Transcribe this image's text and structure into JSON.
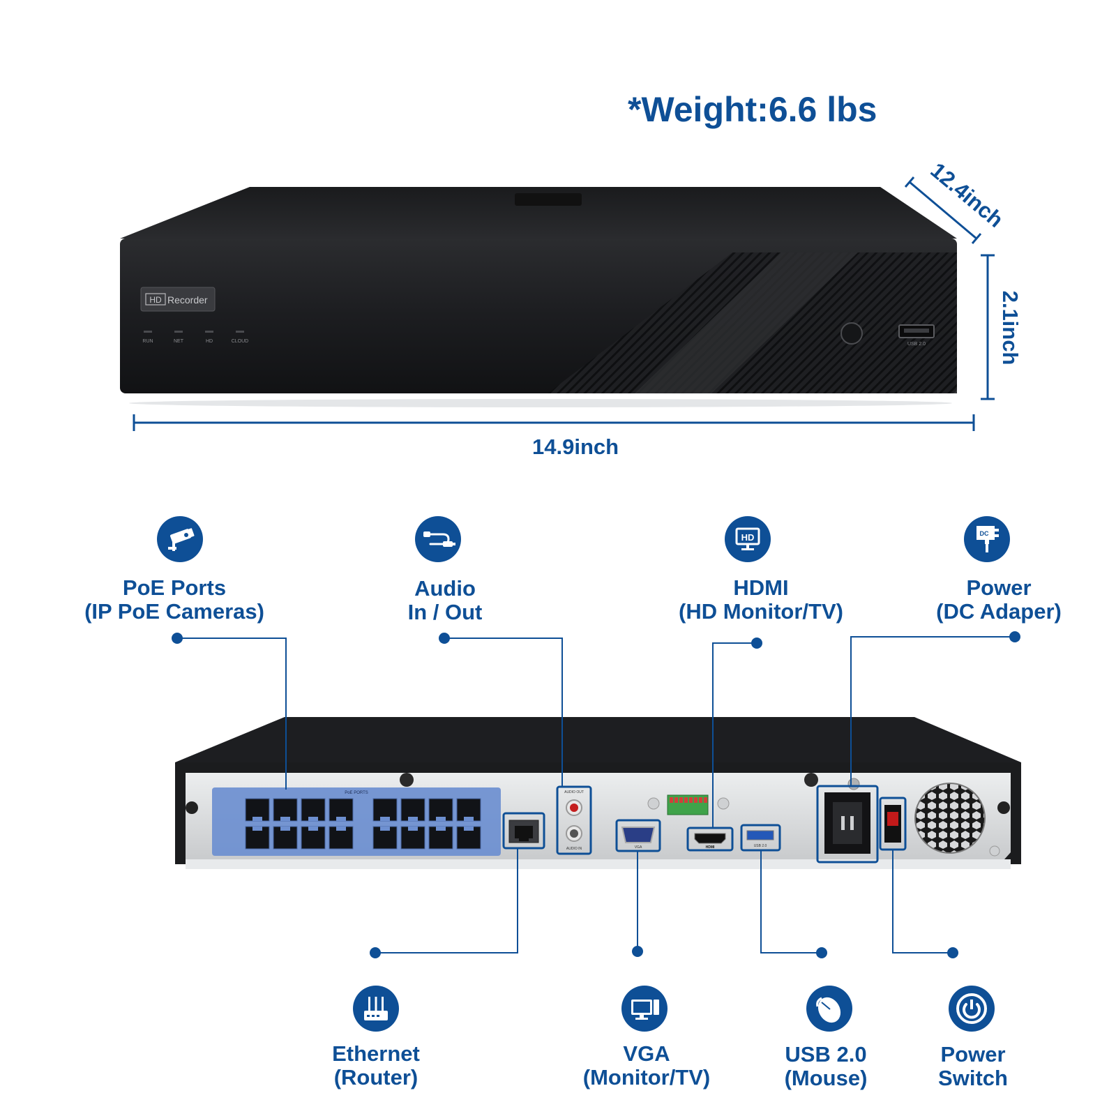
{
  "weight_label": "*Weight:6.6 lbs",
  "dimensions": {
    "depth": "12.4inch",
    "height": "2.1inch",
    "width": "14.9inch"
  },
  "front_panel": {
    "brand_badge": "HD",
    "brand_text": "Recorder",
    "leds": [
      "RUN",
      "NET",
      "HD",
      "CLOUD"
    ],
    "usb_label": "USB 2.0"
  },
  "rear_panel": {
    "poe_header": "PoE PORTS",
    "audio_out": "AUDIO OUT",
    "audio_in": "AUDIO IN",
    "vga": "VGA",
    "hdmi": "HDMI",
    "usb": "USB 2.0"
  },
  "callouts_top": [
    {
      "line1": "PoE Ports",
      "line2": "(IP PoE Cameras)",
      "icon": "cctv-camera-icon"
    },
    {
      "line1": "Audio",
      "line2": "In / Out",
      "icon": "audio-cable-icon"
    },
    {
      "line1": "HDMI",
      "line2": "(HD Monitor/TV)",
      "icon": "hd-monitor-icon"
    },
    {
      "line1": "Power",
      "line2": "(DC Adaper)",
      "icon": "dc-adapter-icon"
    }
  ],
  "callouts_bottom": [
    {
      "line1": "Ethernet",
      "line2": "(Router)",
      "icon": "router-icon"
    },
    {
      "line1": "VGA",
      "line2": "(Monitor/TV)",
      "icon": "vga-monitor-icon"
    },
    {
      "line1": "USB 2.0",
      "line2": "(Mouse)",
      "icon": "mouse-icon"
    },
    {
      "line1": "Power",
      "line2": "Switch",
      "icon": "power-icon"
    }
  ],
  "colors": {
    "accent": "#0e4f96",
    "device_body": "#1b1c1e",
    "rear_plate": "#d9dbdd",
    "poe_highlight": "#6d8fd0"
  }
}
